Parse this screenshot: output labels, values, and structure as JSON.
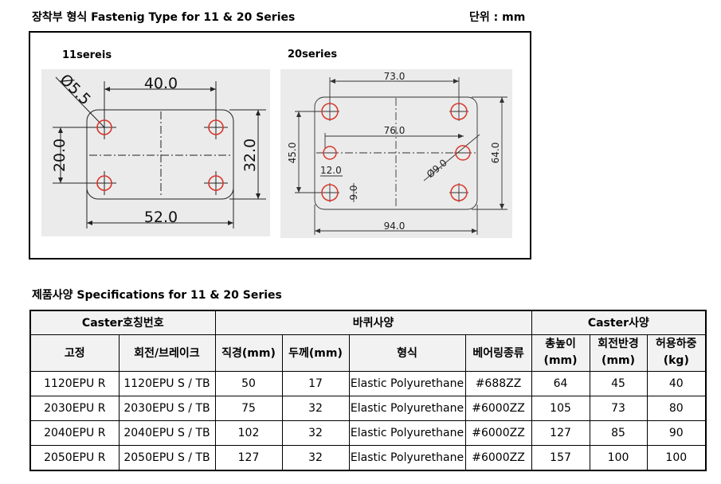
{
  "header": {
    "title": "장착부 형식 Fastenig Type for 11 & 20 Series",
    "unit": "단위 : mm"
  },
  "drawings": {
    "left": {
      "label": "11sereis",
      "dims": {
        "hole": "Ø5.5",
        "top": "40.0",
        "bottom": "52.0",
        "left": "20.0",
        "right": "32.0"
      }
    },
    "right": {
      "label": "20series",
      "dims": {
        "top": "73.0",
        "mid": "76.0",
        "bottom": "94.0",
        "left": "45.0",
        "right": "64.0",
        "small_w": "12.0",
        "small_h": "9.0",
        "hole": "Ø9.0"
      }
    }
  },
  "specs": {
    "title": "제품사양 Specifications for 11 & 20 Series",
    "group_headers": [
      "Caster호칭번호",
      "바퀴사양",
      "Caster사양"
    ],
    "col_headers": [
      "고정",
      "회전/브레이크",
      "직경(mm)",
      "두께(mm)",
      "형식",
      "베어링종류",
      "총높이\n(mm)",
      "회전반경\n(mm)",
      "허용하중\n(kg)"
    ],
    "rows": [
      [
        "1120EPU R",
        "1120EPU S / TB",
        "50",
        "17",
        "Elastic Polyurethane",
        "#688ZZ",
        "64",
        "45",
        "40"
      ],
      [
        "2030EPU R",
        "2030EPU S / TB",
        "75",
        "32",
        "Elastic Polyurethane",
        "#6000ZZ",
        "105",
        "73",
        "80"
      ],
      [
        "2040EPU R",
        "2040EPU S / TB",
        "102",
        "32",
        "Elastic Polyurethane",
        "#6000ZZ",
        "127",
        "85",
        "90"
      ],
      [
        "2050EPU R",
        "2050EPU S / TB",
        "127",
        "32",
        "Elastic Polyurethane",
        "#6000ZZ",
        "157",
        "100",
        "100"
      ]
    ]
  },
  "colors": {
    "hole_red": "#d9352a",
    "panel_bg": "#ebebeb",
    "header_bg": "#f2f2f2"
  }
}
